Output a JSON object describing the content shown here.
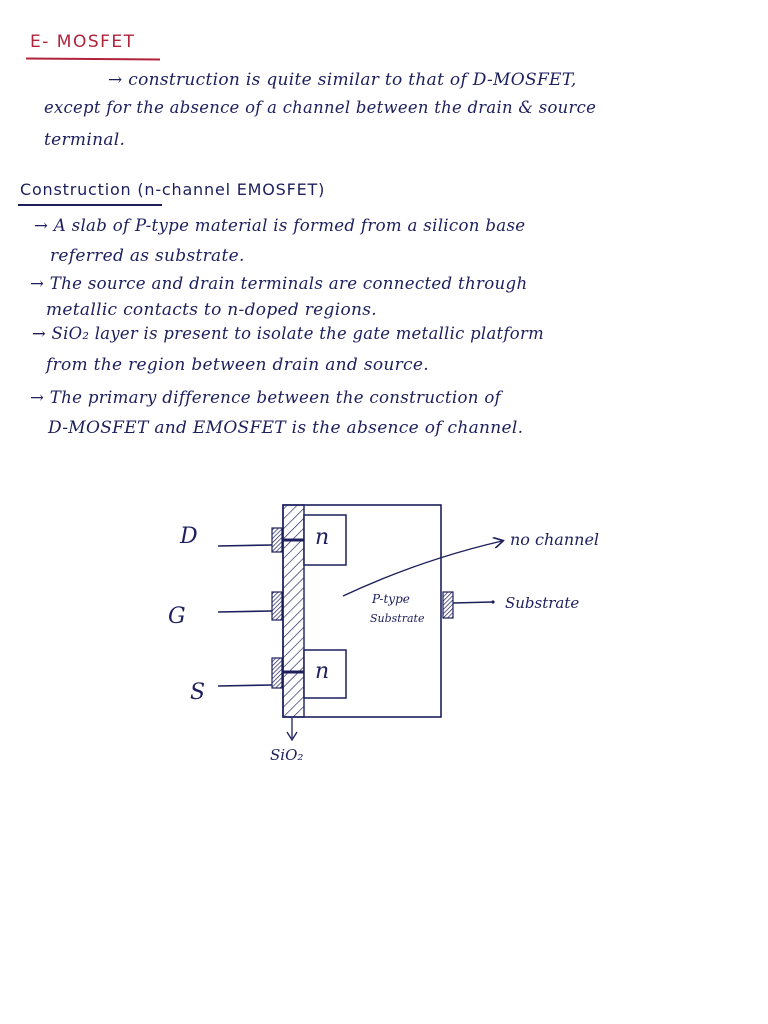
{
  "title": "E- MOSFET",
  "intro": {
    "line1": "→ construction is quite similar to that of D-MOSFET,",
    "line2": "except for the absence of a channel between the drain & source",
    "line3": "terminal."
  },
  "construction": {
    "heading": "Construction (n-channel EMOSFET)",
    "points": [
      {
        "line1": "→ A slab of P-type material is formed from a silicon base",
        "line2": "referred as substrate."
      },
      {
        "line1": "→ The source and drain terminals are connected through",
        "line2": "metallic contacts to n-doped regions."
      },
      {
        "line1": "→ SiO₂ layer is present to isolate the gate metallic platform",
        "line2": "from the region between drain and source."
      },
      {
        "line1": "→ The primary difference between the construction of",
        "line2": "D-MOSFET and EMOSFET is the absence of channel."
      }
    ]
  },
  "diagram": {
    "terminal_d": "D",
    "terminal_g": "G",
    "terminal_s": "S",
    "n_region_top": "n",
    "n_region_bottom": "n",
    "body_label_1": "P-type",
    "body_label_2": "Substrate",
    "no_channel_label": "no channel",
    "substrate_terminal_label": "Substrate",
    "oxide_label": "SiO₂",
    "ink_color": "#1c1f5c",
    "title_color": "#b0233a"
  }
}
